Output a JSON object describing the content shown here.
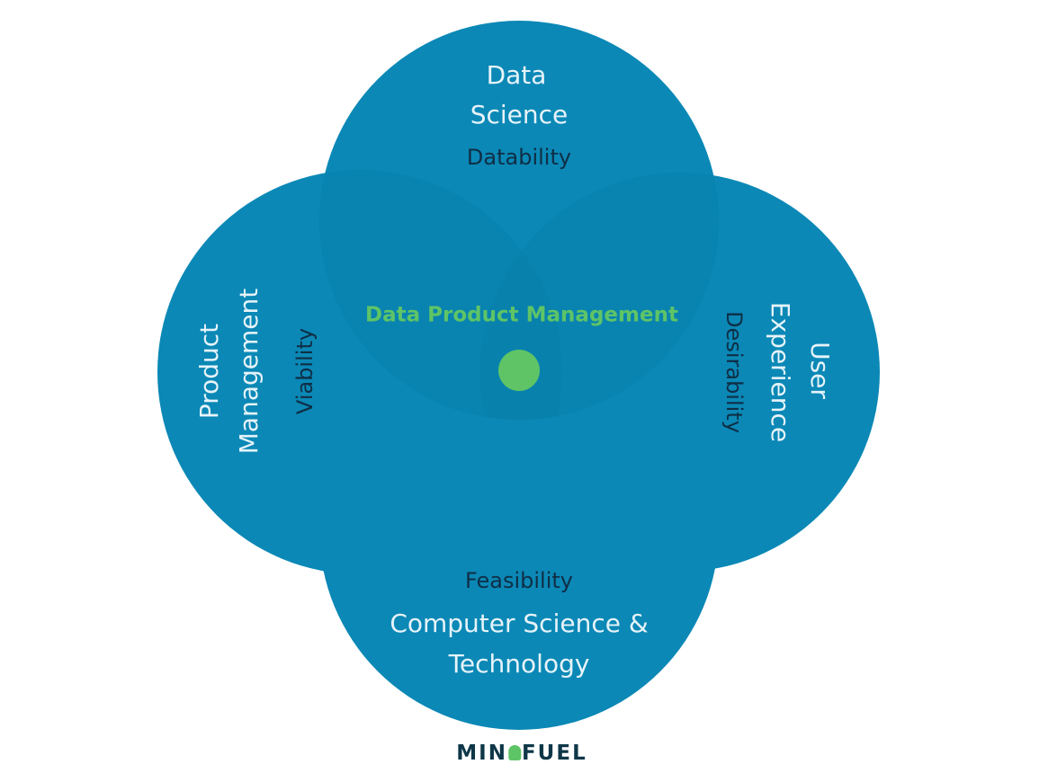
{
  "diagram": {
    "circles": [
      {
        "id": "top",
        "title": [
          "Data",
          "Science"
        ],
        "quality": "Datability"
      },
      {
        "id": "left",
        "title": [
          "Product",
          "Management"
        ],
        "quality": "Viability"
      },
      {
        "id": "right",
        "title": [
          "User",
          "Experience"
        ],
        "quality": "Desirability"
      },
      {
        "id": "bottom",
        "title": [
          "Computer Science &",
          "Technology"
        ],
        "quality": "Feasibility"
      }
    ],
    "center_label": "Data Product Management",
    "colors": {
      "circle_fill": "#0b88b6",
      "circle_overlap": "#0a7fac",
      "domain_text": "#e6f3f9",
      "quality_text": "#0f2e45",
      "accent_green": "#5ec466"
    }
  },
  "logo": {
    "left_text": "MIN",
    "right_text": "FUEL"
  }
}
